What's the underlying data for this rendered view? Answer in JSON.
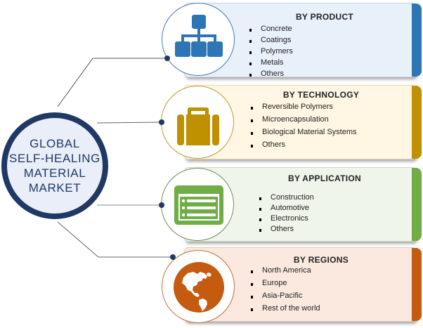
{
  "hub": {
    "title": "GLOBAL\nSELF-HEALING\nMATERIAL\nMARKET",
    "color": "#1f3864"
  },
  "segments": [
    {
      "title": "BY PRODUCT",
      "icon": "hierarchy-icon",
      "accent": "#2e75b6",
      "background": "#e8f0fa",
      "items": [
        "Concrete",
        "Coatings",
        "Polymers",
        "Metals",
        "Others"
      ]
    },
    {
      "title": "BY TECHNOLOGY",
      "icon": "briefcase-icon",
      "accent": "#bf9000",
      "background": "#fff6e3",
      "items": [
        "Reversible Polymers",
        "Microencapsulation",
        "Biological Material Systems",
        "Others"
      ]
    },
    {
      "title": "BY APPLICATION",
      "icon": "list-window-icon",
      "accent": "#70ad47",
      "background": "#eff5ea",
      "items": [
        "Construction",
        "Automotive",
        "Electronics",
        "Others"
      ]
    },
    {
      "title": "BY REGIONS",
      "icon": "globe-icon",
      "accent": "#c55a11",
      "background": "#fbe9df",
      "items": [
        "North America",
        "Europe",
        "Asia-Pacific",
        "Rest of the world"
      ]
    }
  ],
  "connector_color": "#1f3864"
}
